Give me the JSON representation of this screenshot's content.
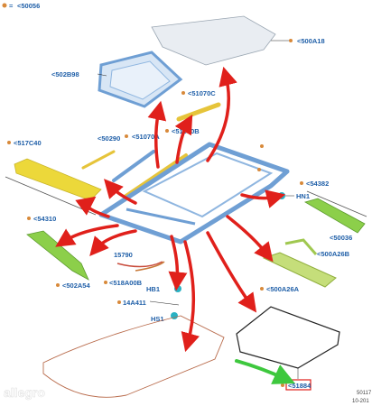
{
  "colors": {
    "label_blue": "#1f5fa8",
    "arrow_red": "#e0201b",
    "arrow_green": "#3ec83e",
    "highlight_box": "#e0201b",
    "frame_blue": "#6f9fd4",
    "yellow_part": "#ecd83a",
    "green_part": "#8ccf4a",
    "orange_dot": "#d8893a",
    "roof_panel": "#e9edf2"
  },
  "header": {
    "equals": "=",
    "code": "<50056"
  },
  "labels": {
    "roof_panel": "<500A18",
    "glass_frame": "<502B98",
    "rail_51070c": "<51070C",
    "rail_50290": "<50290",
    "rail_51070a": "<51070A",
    "rail_51070b": "<51070B",
    "side_517c40": "<517C40",
    "side_54310": "<54310",
    "side_54382": "<54382",
    "hn1": "HN1",
    "crossmember_50036": "<50036",
    "bar_500a26b": "<500A26B",
    "bar_500a26a": "<500A26A",
    "bracket_502a54": "<502A54",
    "cable_15790": "15790",
    "cable_518a00b": "<518A00B",
    "hb1": "HB1",
    "code_14a411": "14A411",
    "hs1": "HS1",
    "seal_51884": "<51884"
  },
  "footer": {
    "ref": "50117",
    "date": "10-201"
  },
  "watermark": "allegro"
}
